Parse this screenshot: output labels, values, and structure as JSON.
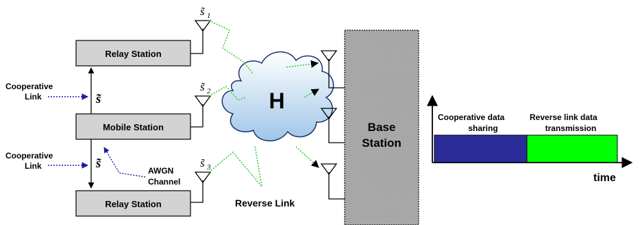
{
  "blocks": {
    "relay_top": "Relay Station",
    "mobile": "Mobile Station",
    "relay_bottom": "Relay Station",
    "base_line1": "Base",
    "base_line2": "Station"
  },
  "cloud_label": "H",
  "symbols": {
    "s_tilde": "s̃",
    "s1_base": "s̃",
    "s1_sub": "1",
    "s2_base": "s̃",
    "s2_sub": "2",
    "s3_base": "s̃",
    "s3_sub": "3"
  },
  "labels": {
    "coop_top_line1": "Cooperative",
    "coop_top_line2": "Link",
    "coop_bottom_line1": "Cooperative",
    "coop_bottom_line2": "Link",
    "awgn_line1": "AWGN",
    "awgn_line2": "Channel",
    "reverse_link": "Reverse Link"
  },
  "timeline": {
    "phase1_line1": "Cooperative data",
    "phase1_line2": "sharing",
    "phase2_line1": "Reverse link data",
    "phase2_line2": "transmission",
    "axis_label": "time"
  },
  "colors": {
    "block_fill": "#d3d3d3",
    "base_fill": "#a9a9a9",
    "phase1_fill": "#2b2c9a",
    "phase2_fill": "#00ff00",
    "wireless_link": "#33cc33",
    "cooperative_link": "#1a1aa8"
  }
}
